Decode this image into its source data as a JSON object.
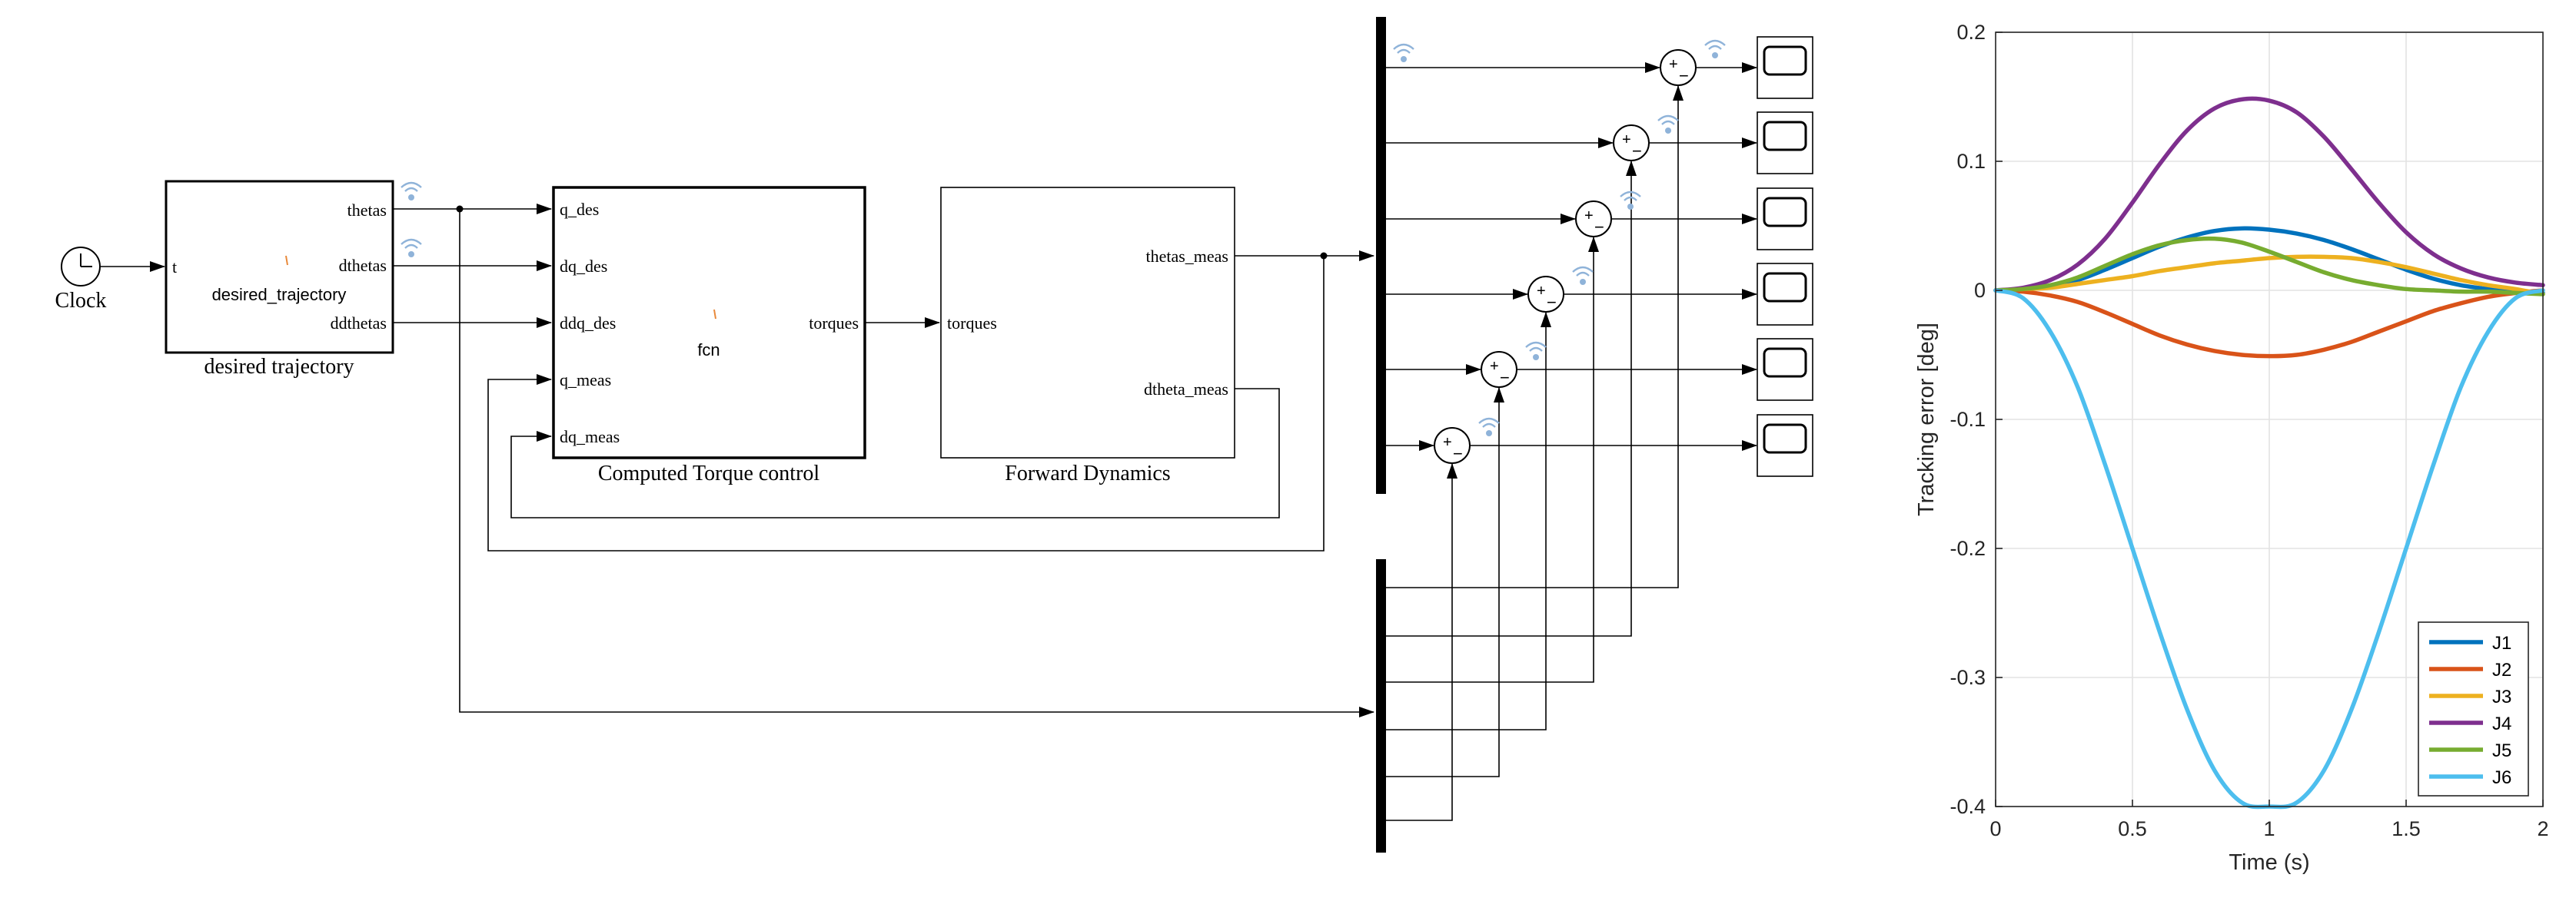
{
  "simulink": {
    "clock": {
      "label": "Clock"
    },
    "desired_trajectory": {
      "caption": "desired trajectory",
      "inner": "desired_trajectory",
      "in_port": "t",
      "out_ports": [
        "thetas",
        "dthetas",
        "ddthetas"
      ]
    },
    "controller": {
      "caption": "Computed Torque control",
      "inner": "fcn",
      "in_ports": [
        "q_des",
        "dq_des",
        "ddq_des",
        "q_meas",
        "dq_meas"
      ],
      "out_port": "torques"
    },
    "dynamics": {
      "caption": "Forward Dynamics",
      "in_port": "torques",
      "out_ports": [
        "thetas_meas",
        "dtheta_meas"
      ]
    },
    "sum_signs": {
      "plus": "+",
      "minus": "−"
    },
    "scope_count": 6
  },
  "chart_data": {
    "type": "line",
    "xlabel": "Time (s)",
    "ylabel": "Tracking error [deg]",
    "xlim": [
      0,
      2
    ],
    "ylim": [
      -0.4,
      0.2
    ],
    "xticks": [
      0,
      0.5,
      1,
      1.5,
      2
    ],
    "xtick_labels": [
      "0",
      "0.5",
      "1",
      "1.5",
      "2"
    ],
    "yticks": [
      0.2,
      0.1,
      0,
      -0.1,
      -0.2,
      -0.3,
      -0.4
    ],
    "ytick_labels": [
      "0.2",
      "0.1",
      "0",
      "-0.1",
      "-0.2",
      "-0.3",
      "-0.4"
    ],
    "grid": true,
    "legend_position": "bottom-right",
    "x": [
      0,
      0.1,
      0.2,
      0.3,
      0.4,
      0.5,
      0.6,
      0.7,
      0.8,
      0.9,
      1.0,
      1.1,
      1.2,
      1.3,
      1.4,
      1.5,
      1.6,
      1.7,
      1.8,
      1.9,
      2.0
    ],
    "series": [
      {
        "name": "J1",
        "color": "#0072bd",
        "values": [
          0,
          0.001,
          0.003,
          0.008,
          0.016,
          0.025,
          0.034,
          0.041,
          0.046,
          0.048,
          0.047,
          0.044,
          0.039,
          0.032,
          0.024,
          0.016,
          0.009,
          0.004,
          0.001,
          -0.001,
          -0.002
        ]
      },
      {
        "name": "J2",
        "color": "#d95319",
        "values": [
          0,
          -0.001,
          -0.004,
          -0.009,
          -0.017,
          -0.026,
          -0.035,
          -0.042,
          -0.047,
          -0.05,
          -0.051,
          -0.05,
          -0.046,
          -0.04,
          -0.032,
          -0.024,
          -0.016,
          -0.01,
          -0.005,
          -0.002,
          0
        ]
      },
      {
        "name": "J3",
        "color": "#edb120",
        "values": [
          0,
          0.001,
          0.002,
          0.005,
          0.008,
          0.011,
          0.015,
          0.018,
          0.021,
          0.023,
          0.025,
          0.026,
          0.026,
          0.025,
          0.022,
          0.018,
          0.013,
          0.008,
          0.004,
          0.001,
          -0.003
        ]
      },
      {
        "name": "J4",
        "color": "#7e2f8e",
        "values": [
          0,
          0.002,
          0.008,
          0.02,
          0.04,
          0.068,
          0.098,
          0.124,
          0.141,
          0.148,
          0.147,
          0.138,
          0.119,
          0.094,
          0.068,
          0.045,
          0.028,
          0.017,
          0.01,
          0.006,
          0.004
        ]
      },
      {
        "name": "J5",
        "color": "#77ac30",
        "values": [
          0,
          0.001,
          0.004,
          0.01,
          0.019,
          0.028,
          0.035,
          0.039,
          0.04,
          0.037,
          0.03,
          0.022,
          0.014,
          0.008,
          0.004,
          0.001,
          0,
          -0.001,
          -0.001,
          -0.002,
          -0.003
        ]
      },
      {
        "name": "J6",
        "color": "#4dbeee",
        "values": [
          0,
          -0.006,
          -0.032,
          -0.075,
          -0.135,
          -0.2,
          -0.265,
          -0.325,
          -0.372,
          -0.397,
          -0.4,
          -0.397,
          -0.372,
          -0.325,
          -0.265,
          -0.2,
          -0.135,
          -0.075,
          -0.032,
          -0.006,
          0
        ]
      }
    ]
  }
}
